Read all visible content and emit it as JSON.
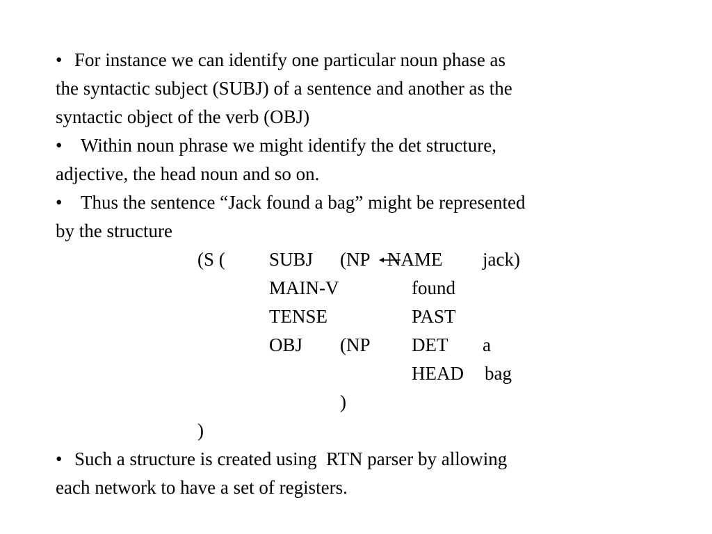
{
  "bullets": [
    {
      "marker": "•",
      "lines": [
        "For instance we can identify one particular noun phase as",
        "the syntactic subject (SUBJ) of a sentence and another as the",
        "syntactic object of the verb (OBJ)"
      ]
    },
    {
      "marker": "•",
      "lines": [
        "Within noun phrase we might identify the det structure,",
        "adjective, the head noun and so on."
      ]
    },
    {
      "marker": "•",
      "lines": [
        "Thus the sentence “Jack found a bag” might be represented",
        "by the structure"
      ]
    },
    {
      "marker": "•",
      "lines": [
        "Such a structure is created using  RTN parser by allowing",
        "each network to have a set of registers."
      ]
    }
  ],
  "structure": {
    "s_open": "(S (",
    "row1": {
      "reg": "SUBJ",
      "np": "(NP",
      "name": "NAME",
      "value": "jack)"
    },
    "row2": {
      "reg": "MAIN-V",
      "value": "found"
    },
    "row3": {
      "reg": "TENSE",
      "value": "PAST"
    },
    "row4": {
      "reg": "OBJ",
      "np": "(NP",
      "det": "DET",
      "value": "a"
    },
    "row5": {
      "head": "HEAD",
      "value": "bag"
    },
    "inner_close": ")",
    "outer_close": ")"
  }
}
